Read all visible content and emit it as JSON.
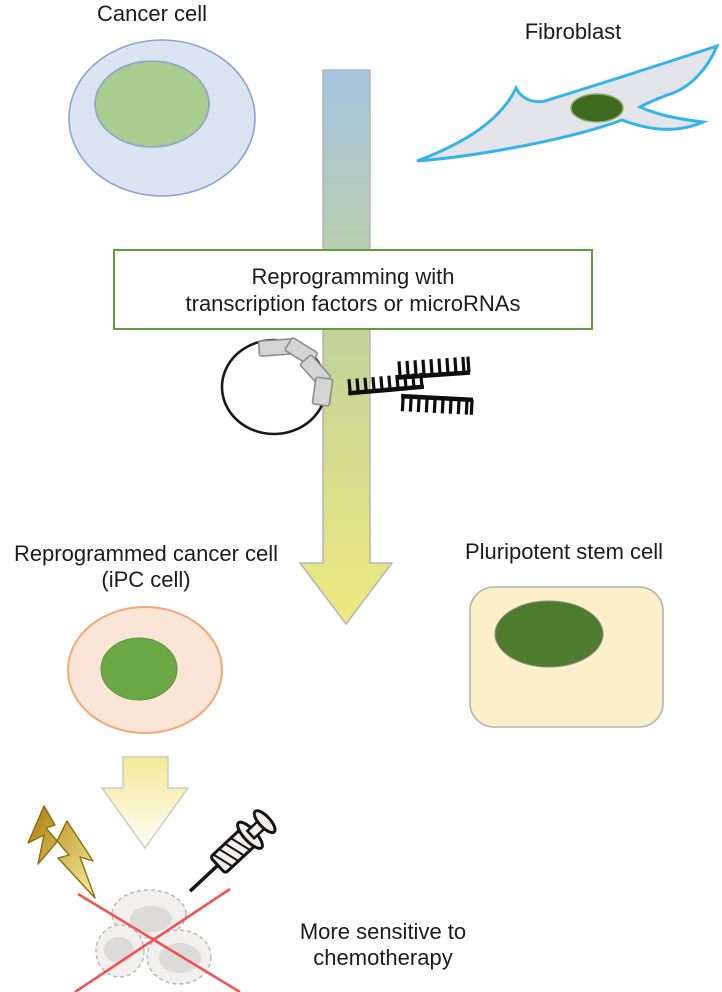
{
  "diagram": {
    "title": "Cancer cell reprogramming schematic",
    "labels": {
      "cancer_cell": "Cancer cell",
      "fibroblast": "Fibroblast",
      "reprogramming_line1": "Reprogramming with",
      "reprogramming_line2": "transcription factors or microRNAs",
      "ipc_line1": "Reprogrammed cancer cell",
      "ipc_line2": "(iPC cell)",
      "stem_cell": "Pluripotent stem cell",
      "chemo_line1": "More sensitive to",
      "chemo_line2": "chemotherapy"
    },
    "icons": [
      "cancer-cell-shape",
      "fibroblast-shape",
      "gradient-down-arrow",
      "plasmid-icon",
      "microrna-comb-icons",
      "ipc-cell-shape",
      "stem-cell-shape",
      "small-fade-arrow",
      "lightning-bolt-icon",
      "syringe-icon",
      "dead-cell-cluster-icon",
      "red-cross-icon"
    ],
    "colors": {
      "cancer_cell_body": "#dbe5f2",
      "cancer_cell_nucleus": "#a9cd8e",
      "cell_outline_blue": "#8ba3d0",
      "fibroblast_body": "#e3e5eb",
      "fibroblast_outline": "#35b4e9",
      "fibroblast_nucleus": "#3f6b21",
      "arrow_gradient_top": "#a6c6e3",
      "arrow_gradient_mid": "#bdcf9d",
      "arrow_gradient_bottom": "#efea7f",
      "box_border_green": "#5f9e3f",
      "ipc_body": "#fbe5d6",
      "ipc_outline": "#f0a977",
      "ipc_nucleus": "#6ca846",
      "stem_body": "#fcf0ca",
      "stem_nucleus": "#4e7c2d",
      "bolt_dark_gold": "#a87b0a",
      "bolt_light_yellow": "#f8f0a0",
      "cross_red": "#f15252",
      "dead_cell_fill": "#f1f0ef",
      "dead_cell_nucleus": "#dcdbd9"
    }
  }
}
